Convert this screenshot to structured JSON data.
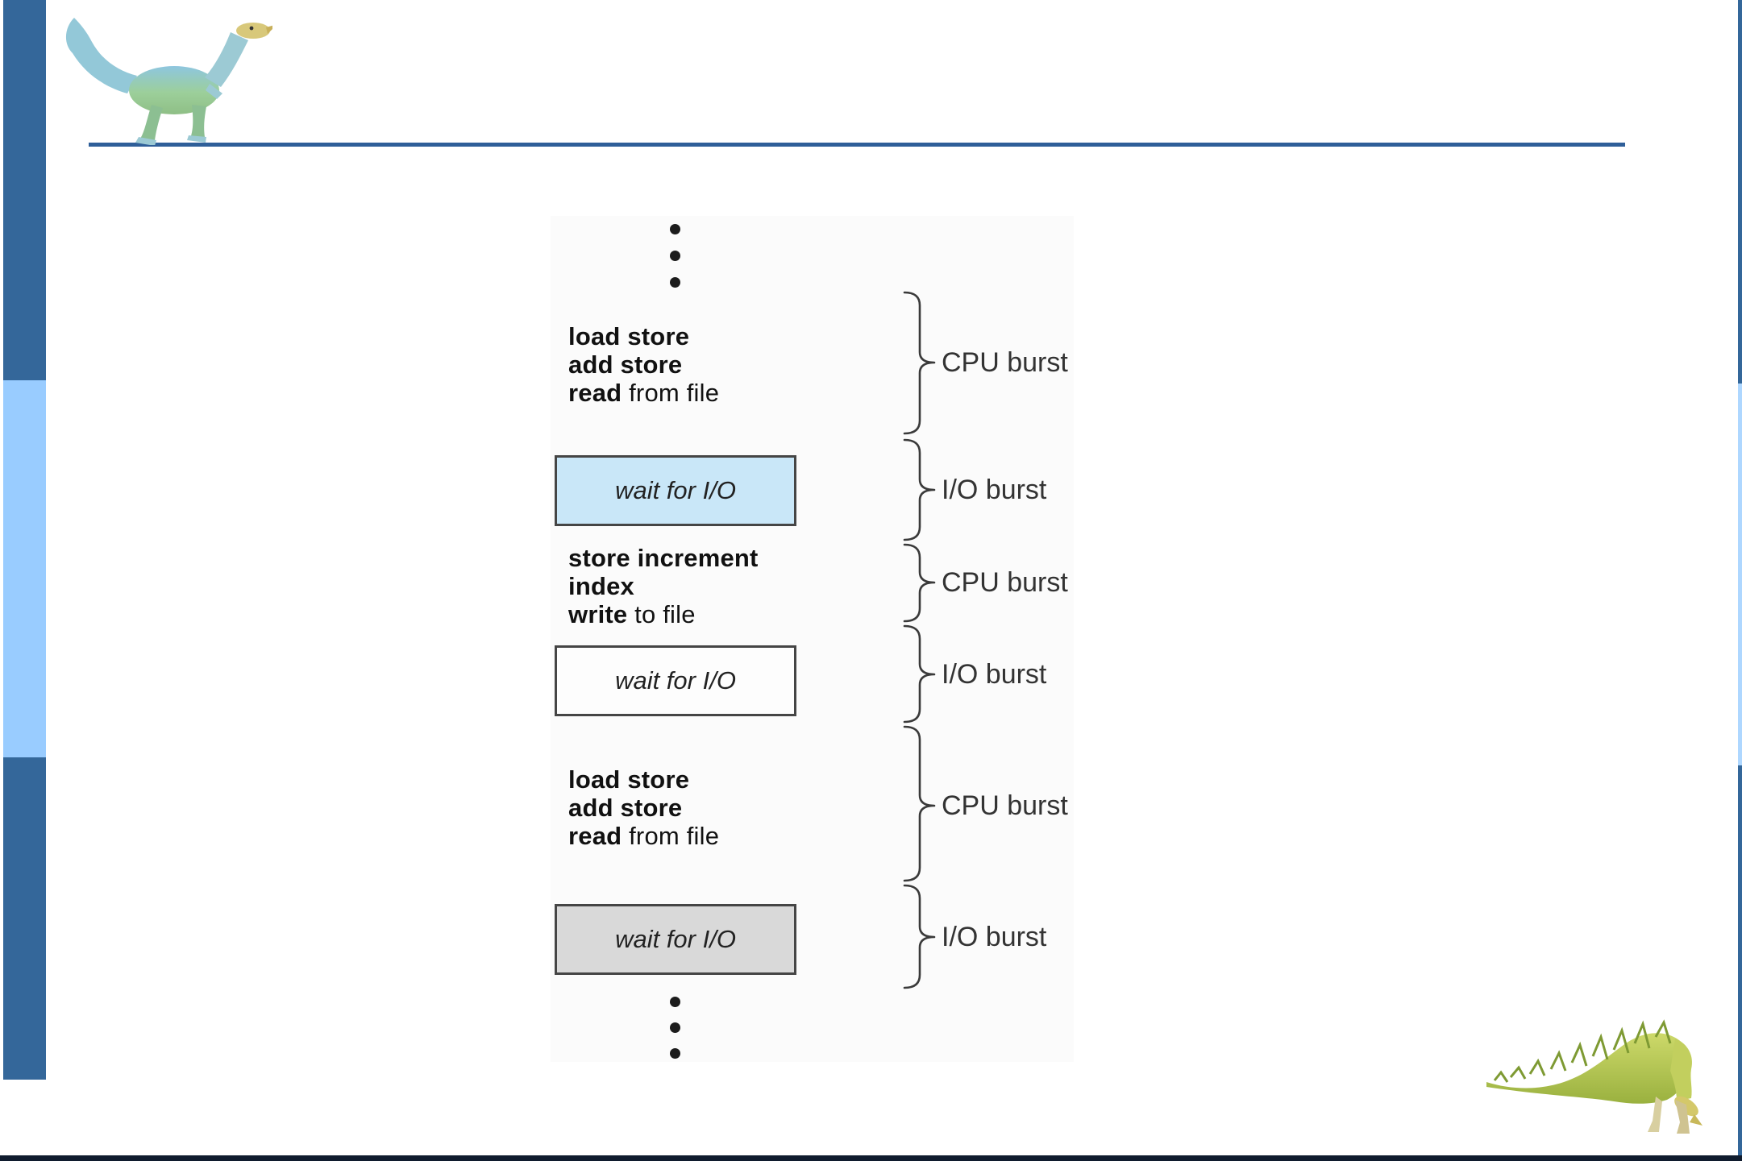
{
  "figure": {
    "top_ellipsis_dots": 3,
    "bottom_ellipsis_dots": 3,
    "code_blocks": [
      {
        "lines": [
          {
            "bold": "load store",
            "rest": ""
          },
          {
            "bold": "add store",
            "rest": ""
          },
          {
            "bold": "read",
            "rest": " from file"
          }
        ]
      },
      {
        "lines": [
          {
            "bold": "store increment",
            "rest": ""
          },
          {
            "bold": "index",
            "rest": ""
          },
          {
            "bold": "write",
            "rest": " to file"
          }
        ]
      },
      {
        "lines": [
          {
            "bold": "load store",
            "rest": ""
          },
          {
            "bold": "add store",
            "rest": ""
          },
          {
            "bold": "read",
            "rest": " from file"
          }
        ]
      }
    ],
    "wait_boxes": [
      {
        "text": "wait for I/O",
        "fill": "#c9e7f8"
      },
      {
        "text": "wait for I/O",
        "fill": "#fdfdfd"
      },
      {
        "text": "wait for I/O",
        "fill": "#d9d9d9"
      }
    ],
    "braces": [
      {
        "label": "CPU burst"
      },
      {
        "label": "I/O burst"
      },
      {
        "label": "CPU burst"
      },
      {
        "label": "I/O burst"
      },
      {
        "label": "CPU burst"
      },
      {
        "label": "I/O burst"
      }
    ]
  },
  "colors": {
    "sidebar_dark": "#34679a",
    "sidebar_light": "#99ccff",
    "top_rule": "#2f5f99",
    "bottom_rule": "#101c2e",
    "box_border": "#454545",
    "code_text": "#111111",
    "label_text": "#333333"
  }
}
